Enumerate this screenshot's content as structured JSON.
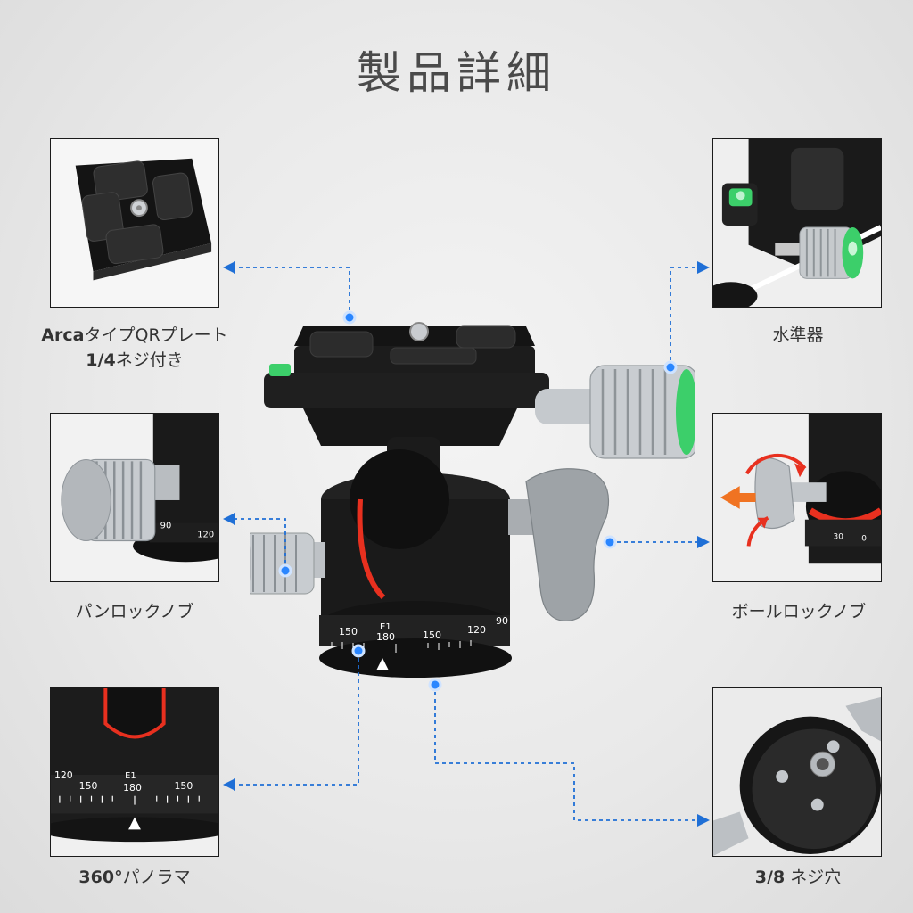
{
  "title": "製品詳細",
  "features": [
    {
      "id": "qr-plate",
      "label_line1_bold": "Arca",
      "label_line1_rest": "タイプQRプレート",
      "label_line2_bold": "1/4",
      "label_line2_rest": "ネジ付き"
    },
    {
      "id": "spirit-level",
      "label": "水準器"
    },
    {
      "id": "pan-lock-knob",
      "label": "パンロックノブ"
    },
    {
      "id": "ball-lock-knob",
      "label": "ボールロックノブ"
    },
    {
      "id": "panorama",
      "label_bold": "360°",
      "label_rest": "パノラマ"
    },
    {
      "id": "screw-hole",
      "label_bold": "3/8",
      "label_rest": " ネジ穴"
    }
  ],
  "dial_marks": {
    "main": [
      "150",
      "180",
      "150",
      "120",
      "90"
    ],
    "badge": "E1",
    "pan_zoom": [
      "120",
      "150",
      "180",
      "150"
    ],
    "pan_side": [
      "90",
      "120"
    ],
    "ball_zoom": [
      "30",
      "0"
    ]
  },
  "colors": {
    "accent_blue": "#1f6fd6",
    "frame": "#1b1b1b",
    "metal_dark": "#1e1e1e",
    "metal_silver": "#b8bcc0",
    "bubble_green": "#3ccf6a",
    "rotation_red": "#e8301f"
  }
}
